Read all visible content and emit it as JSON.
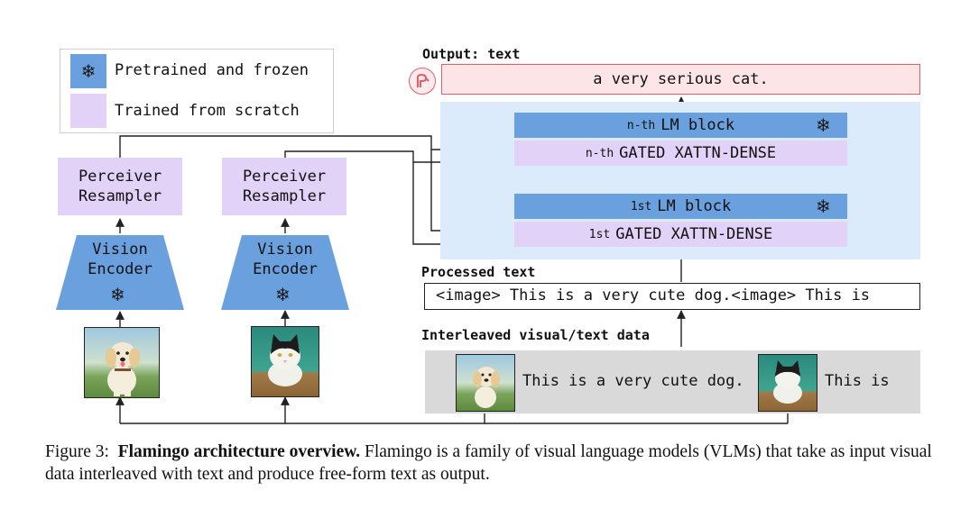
{
  "legend": {
    "frozen_label": "Pretrained and frozen",
    "scratch_label": "Trained from scratch"
  },
  "left_stack": {
    "resampler_label": "Perceiver\nResampler",
    "encoder_label": "Vision\nEncoder"
  },
  "right_stack": {
    "resampler_label": "Perceiver\nResampler",
    "encoder_label": "Vision\nEncoder"
  },
  "lm": {
    "output_heading": "Output: text",
    "output_text": "a very serious cat.",
    "nth_lm_prefix": "n-th",
    "nth_lm_label": "LM block",
    "nth_xattn_prefix": "n-th",
    "nth_xattn_label": "GATED XATTN-DENSE",
    "first_lm_prefix": "1st",
    "first_lm_label": "LM block",
    "first_xattn_prefix": "1st",
    "first_xattn_label": "GATED XATTN-DENSE"
  },
  "processed": {
    "heading": "Processed text",
    "text": "<image> This is a very cute dog.<image> This is"
  },
  "interleaved": {
    "heading": "Interleaved visual/text data",
    "text1": "This is a very cute dog.",
    "text2": "This is"
  },
  "caption": {
    "prefix": "Figure 3:",
    "bold": "Flamingo architecture overview.",
    "body": "Flamingo is a family of visual language models (VLMs) that take as input visual data interleaved with text and produce free-form text as output."
  },
  "icons": {
    "frozen": "snowflake-icon",
    "model_logo": "flamingo-logo-icon"
  },
  "colors": {
    "frozen_blue": "#6aa0de",
    "scratch_lilac": "#e2d2f8",
    "lm_panel": "#dcebfb",
    "output_box": "#fde4e6",
    "output_border": "#e35d6a",
    "interleaved_bg": "#d9d9d9"
  }
}
